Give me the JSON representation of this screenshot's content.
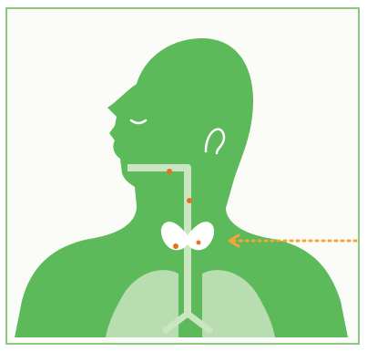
{
  "colors": {
    "frame_border": "#8cc97f",
    "background": "#fbfcf8",
    "body_green": "#5cba5a",
    "lung_light": "#b8ddb0",
    "airway_light": "#c9e6c0",
    "thyroid_white": "#ffffff",
    "marker_orange": "#e8711f",
    "pointer_orange": "#f4a43a"
  },
  "icons": {
    "figure": "human-head-torso-profile",
    "organ": "thyroid-gland",
    "pointer": "dotted-arrow-left"
  },
  "highlighted_organ": "thyroid",
  "marker_count": 4
}
